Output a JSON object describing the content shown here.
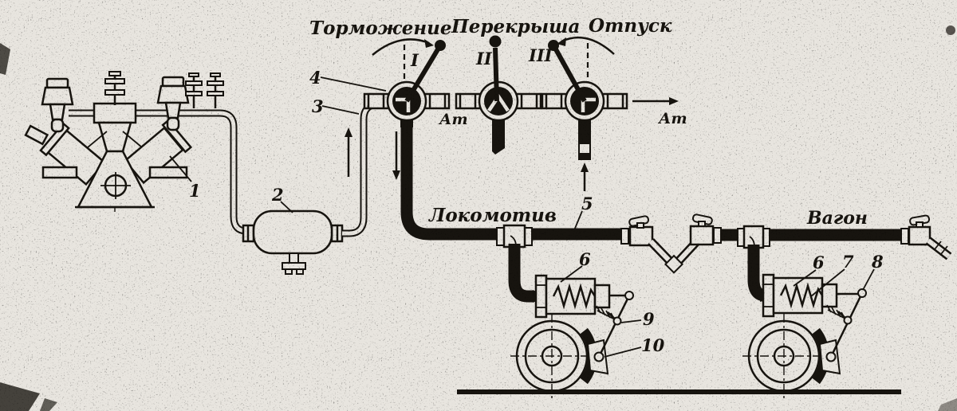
{
  "positions": [
    {
      "label": "Торможение",
      "numeral": "I"
    },
    {
      "label": "Перекрыша",
      "numeral": "II"
    },
    {
      "label": "Отпуск",
      "numeral": "III"
    }
  ],
  "atmosphere": {
    "left": "Ат",
    "right": "Ат"
  },
  "sections": {
    "locomotive": "Локомотив",
    "wagon": "Вагон"
  },
  "callouts": {
    "c1": "1",
    "c2": "2",
    "c3": "3",
    "c4": "4",
    "c5": "5",
    "c6_loco": "6",
    "c6_wagon": "6",
    "c7": "7",
    "c8": "8",
    "c9": "9",
    "c10": "10"
  },
  "colors": {
    "ink": "#17140f",
    "paper": "#e8e5df"
  }
}
